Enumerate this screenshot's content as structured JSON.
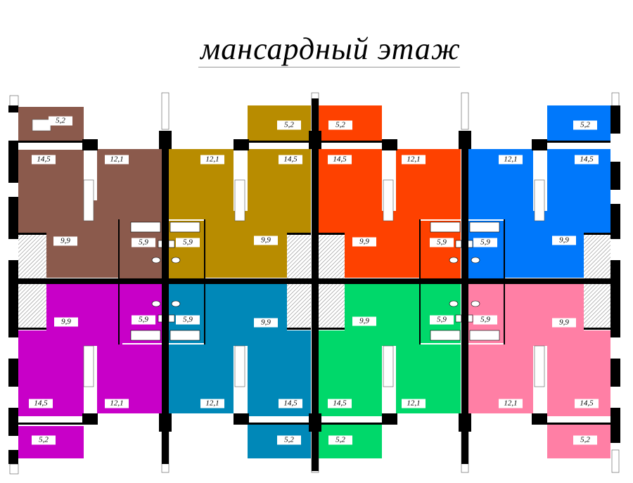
{
  "title": "мансардный этаж",
  "colors": {
    "brown": "#8b5a4c",
    "ochre": "#b88c00",
    "orange": "#fe4100",
    "blue": "#0078fb",
    "magenta": "#c800c8",
    "teal": "#0088b8",
    "green": "#00d86a",
    "pink": "#ff7fa5",
    "wall": "#000000",
    "hatch": "#8a8a8a"
  },
  "rooms": {
    "b1": {
      "loggia": "5,2",
      "living": "14,5",
      "bedroom": "12,1",
      "hall": "9,9",
      "bath": "5,9"
    },
    "b2": {
      "loggia": "5,2",
      "living": "14,5",
      "bedroom": "12,1",
      "hall": "9,9",
      "bath": "5,9"
    },
    "b3": {
      "loggia": "5,2",
      "living": "14,5",
      "bedroom": "12,1",
      "hall": "9,9",
      "bath": "5,9"
    },
    "b4": {
      "loggia": "5,2",
      "living": "14,5",
      "bedroom": "12,1",
      "hall": "9,9",
      "bath": "5,9"
    },
    "b5": {
      "loggia": "5,2",
      "living": "14,5",
      "bedroom": "12,1",
      "hall": "9,9",
      "bath": "5,9"
    },
    "b6": {
      "loggia": "5,2",
      "living": "14,5",
      "bedroom": "12,1",
      "hall": "9,9",
      "bath": "5,9"
    },
    "b7": {
      "loggia": "5,2",
      "living": "14,5",
      "bedroom": "12,1",
      "hall": "9,9",
      "bath": "5,9"
    },
    "b8": {
      "loggia": "5,2",
      "living": "14,5",
      "bedroom": "12,1",
      "hall": "9,9",
      "bath": "5,9"
    }
  }
}
